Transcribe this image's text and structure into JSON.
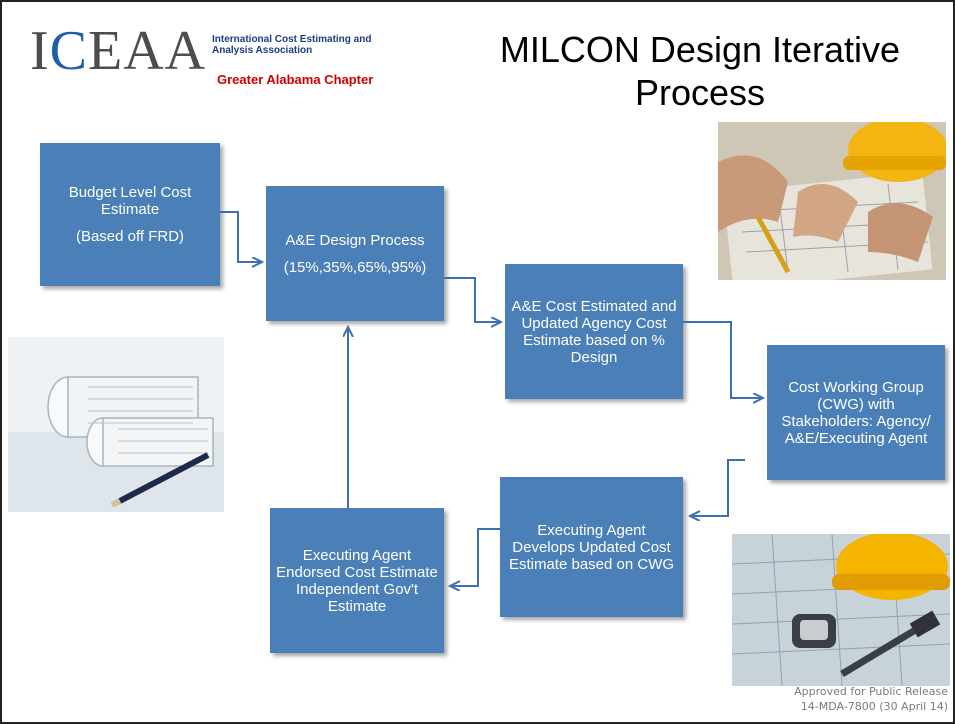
{
  "logo": {
    "mark_left": "I",
    "mark_globe": "C",
    "mark_right": "EAA",
    "subtitle": "International Cost Estimating and Analysis Association",
    "chapter": "Greater Alabama Chapter"
  },
  "title": {
    "line1": "MILCON Design Iterative",
    "line2": "Process"
  },
  "boxes": {
    "budget": {
      "text": "Budget Level Cost Estimate",
      "sub": "(Based off FRD)"
    },
    "ae_design": {
      "text": "A&E Design Process",
      "sub": "(15%,35%,65%,95%)"
    },
    "ae_cost": {
      "text": "A&E Cost Estimated and Updated Agency Cost Estimate based on % Design"
    },
    "cwg": {
      "text": "Cost Working Group (CWG) with Stakeholders: Agency/ A&E/Executing Agent"
    },
    "exec_develops": {
      "text": "Executing Agent Develops Updated Cost Estimate based on CWG"
    },
    "exec_endorsed": {
      "text": "Executing Agent Endorsed Cost Estimate Independent Gov't Estimate"
    }
  },
  "footer": {
    "line1": "Approved for Public Release",
    "line2": "14-MDA-7800 (30 April 14)"
  },
  "colors": {
    "box_fill": "#4b7fb8",
    "arrow": "#3d70b0",
    "chapter_red": "#d10000"
  }
}
